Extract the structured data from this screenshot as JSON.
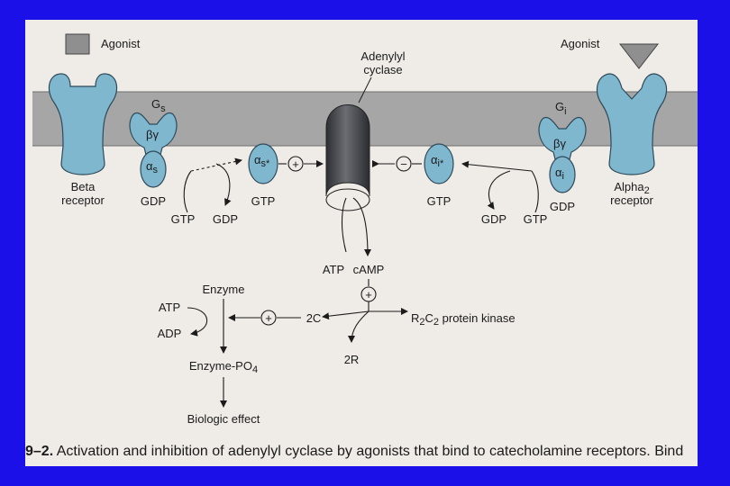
{
  "labels": {
    "agonist_left": "Agonist",
    "agonist_right": "Agonist",
    "adenylyl_cyclase": [
      "Adenylyl",
      "cyclase"
    ],
    "beta_receptor": [
      "Beta",
      "receptor"
    ],
    "alpha2_receptor": [
      "Alpha",
      "2",
      "receptor"
    ],
    "gs": "G",
    "gs_sub": "s",
    "gi": "G",
    "gi_sub": "i",
    "beta_gamma": "βγ",
    "alpha": "α",
    "alpha_s_sub": "s",
    "alpha_i_sub": "i",
    "alpha_s_active_sub": "s*",
    "alpha_i_active_sub": "i*",
    "gdp": "GDP",
    "gtp": "GTP",
    "plus": "+",
    "minus": "−",
    "atp": "ATP",
    "camp": "cAMP",
    "pka_r": "R",
    "pka_2a": "2",
    "pka_c": "C",
    "pka_2b": "2",
    "pka_rest": " protein kinase",
    "enzyme": "Enzyme",
    "adp": "ADP",
    "two_c": "2C",
    "two_r": "2R",
    "enzyme_po4": "Enzyme-PO",
    "po4_sub": "4",
    "biologic_effect": "Biologic effect"
  },
  "caption": {
    "number": "9–2.",
    "text": " Activation and inhibition of adenylyl cyclase by agonists that bind to catecholamine receptors. Bind"
  },
  "colors": {
    "background": "#1c10e8",
    "page": "#efece7",
    "receptor_fill": "#7fb7cf",
    "receptor_stroke": "#2f4a5a",
    "membrane": "#a6a6a6",
    "cyclase": "#4a4d52",
    "agonist": "#8f8f8f"
  }
}
